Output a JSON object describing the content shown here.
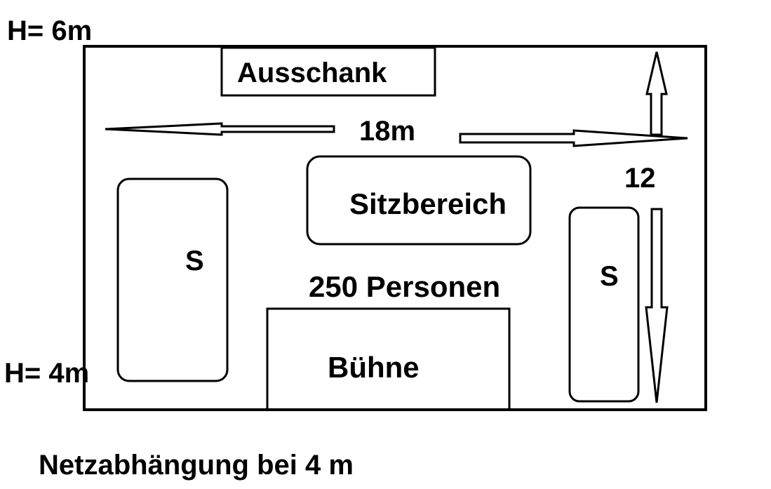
{
  "labels": {
    "height_top": "H= 6m",
    "height_bottom": "H= 4m",
    "bar": "Ausschank",
    "width_dimension": "18m",
    "depth_dimension": "12",
    "seating": "Sitzbereich",
    "capacity": "250 Personen",
    "stage": "Bühne",
    "side_left": "S",
    "side_right": "S"
  },
  "footer": {
    "note": "Netzabhängung bei 4 m"
  },
  "colors": {
    "stroke": "#000000",
    "fill": "#ffffff"
  }
}
